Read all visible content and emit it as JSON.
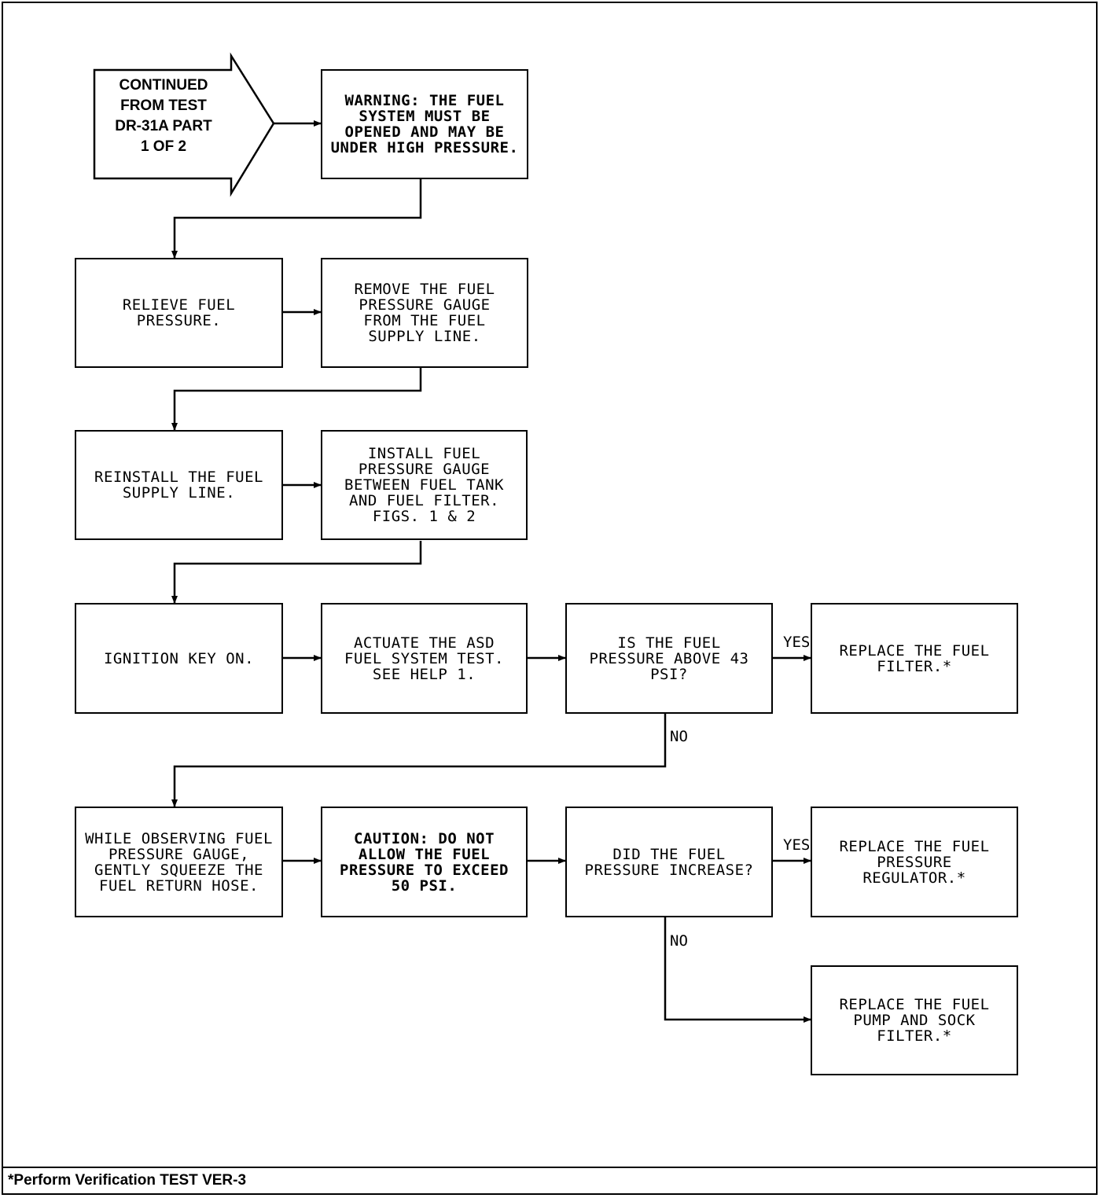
{
  "flowchart": {
    "start": {
      "label": "CONTINUED\nFROM TEST\nDR-31A PART\n1 OF 2"
    },
    "boxes": {
      "warning": "WARNING: THE FUEL\nSYSTEM MUST BE\nOPENED AND MAY BE\nUNDER HIGH PRESSURE.",
      "relieve": "RELIEVE FUEL\nPRESSURE.",
      "remove_gauge": "REMOVE THE FUEL\nPRESSURE GAUGE\nFROM THE FUEL\nSUPPLY LINE.",
      "reinstall": "REINSTALL THE FUEL\nSUPPLY LINE.",
      "install_gauge": "INSTALL FUEL\nPRESSURE GAUGE\nBETWEEN FUEL TANK\nAND FUEL FILTER.\nFIGS. 1 & 2",
      "ignition": "IGNITION KEY ON.",
      "actuate": "ACTUATE THE ASD\nFUEL SYSTEM TEST.\nSEE HELP 1.",
      "q_above_43": "IS THE FUEL\nPRESSURE ABOVE 43\nPSI?",
      "replace_filter": "REPLACE THE FUEL\nFILTER.*",
      "squeeze": "WHILE OBSERVING FUEL\nPRESSURE GAUGE,\nGENTLY SQUEEZE THE\nFUEL RETURN HOSE.",
      "caution": "CAUTION: DO NOT\nALLOW THE FUEL\nPRESSURE TO EXCEED\n50 PSI.",
      "q_increase": "DID THE FUEL\nPRESSURE INCREASE?",
      "replace_regulator": "REPLACE THE FUEL\nPRESSURE\nREGULATOR.*",
      "replace_pump": "REPLACE THE FUEL\nPUMP AND SOCK\nFILTER.*"
    },
    "edge_labels": {
      "yes_1": "YES",
      "no_1": "NO",
      "yes_2": "YES",
      "no_2": "NO"
    }
  },
  "footer": {
    "note": "*Perform Verification TEST VER-3"
  }
}
